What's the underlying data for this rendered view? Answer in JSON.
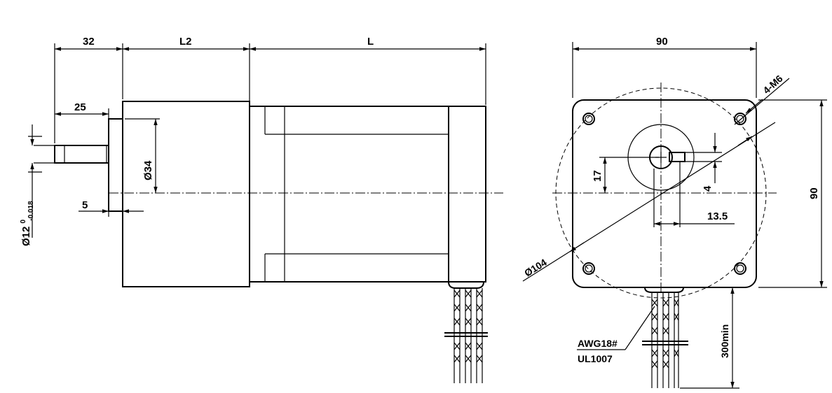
{
  "side_view": {
    "dims": {
      "shaft_len": "32",
      "gear_len": "L2",
      "motor_len": "L",
      "shaft_key": "25",
      "pilot_dia": "Ø34",
      "pilot_depth": "5"
    },
    "shaft_dia": {
      "base": "Ø12",
      "upper": "0",
      "lower": "-0.018"
    }
  },
  "front_view": {
    "dims": {
      "width": "90",
      "height": "90",
      "holes": "4-M6",
      "circle_dia": "Ø104",
      "key_dim": "17",
      "key_width": "4",
      "offset": "13.5",
      "lead_min": "300min"
    },
    "wire": {
      "gauge": "AWG18#",
      "standard": "UL1007"
    }
  },
  "colors": {
    "line": "#000000",
    "background": "#ffffff"
  }
}
